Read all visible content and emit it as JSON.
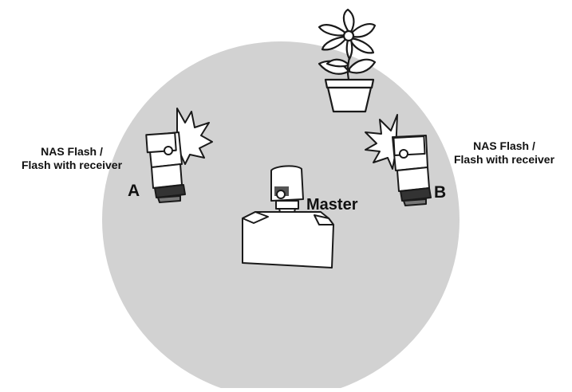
{
  "labels": {
    "left_flash_line1": "NAS Flash /",
    "left_flash_line2": "Flash with receiver",
    "left_letter": "A",
    "right_flash_line1": "NAS Flash /",
    "right_flash_line2": "Flash with receiver",
    "right_letter": "B",
    "master": "Master"
  },
  "colors": {
    "circle_fill": "#d2d2d2",
    "stroke": "#1a1a1a",
    "object_fill": "#ffffff"
  },
  "icons": [
    "flower-pot-icon",
    "flash-unit-icon",
    "camera-with-master-flash-icon",
    "light-burst-icon"
  ]
}
